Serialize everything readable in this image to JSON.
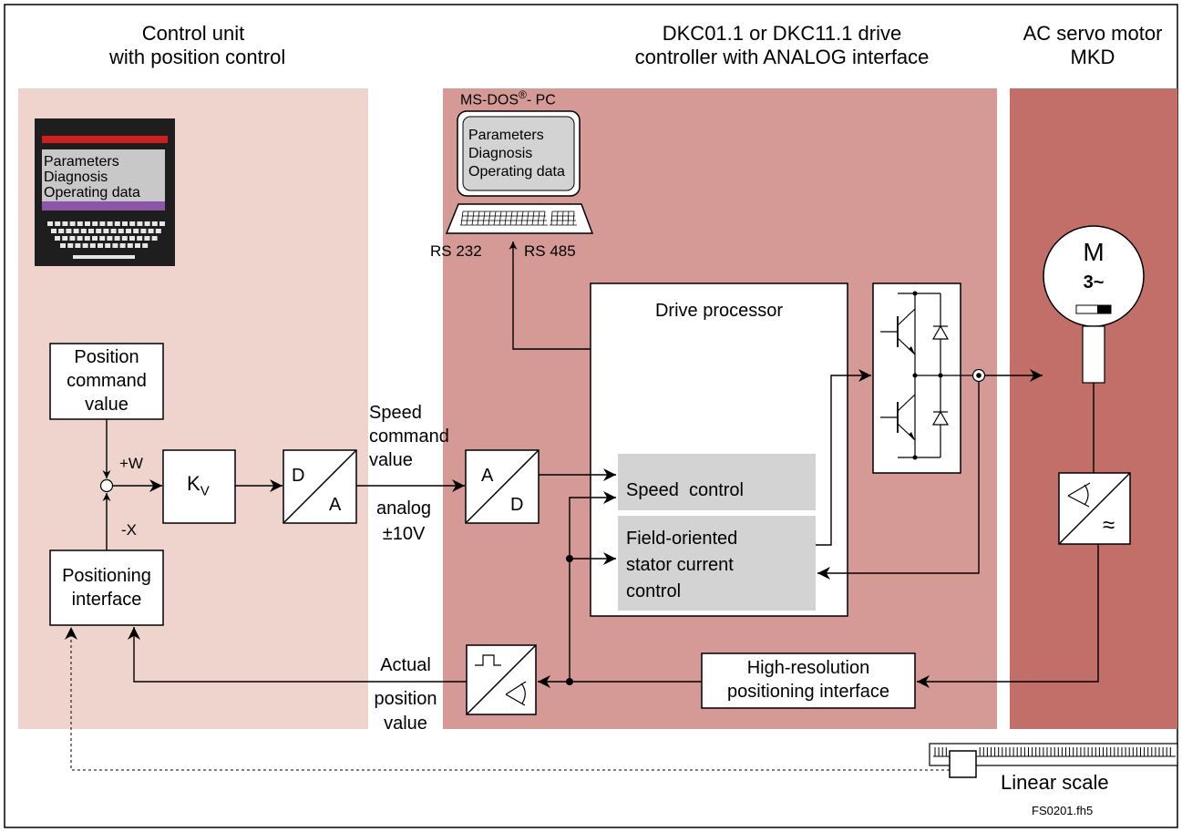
{
  "colors": {
    "control_bg": "#efd4ce",
    "drive_bg": "#d59a95",
    "motor_bg": "#c26f69",
    "processor_block": "#d3d3d3",
    "laptop_screen": "#d3d3d3",
    "terminal_body": "#1e1e1e",
    "terminal_screen": "#c8c8c8",
    "terminal_red": "#cc1f1f",
    "terminal_purple": "#8a56a5"
  },
  "headers": {
    "control_unit_l1": "Control unit",
    "control_unit_l2": "with position control",
    "drive_l1": "DKC01.1 or DKC11.1 drive",
    "drive_l2": "controller with ANALOG interface",
    "motor_l1": "AC servo motor",
    "motor_l2": "MKD"
  },
  "terminal": {
    "line1": "Parameters",
    "line2": "Diagnosis",
    "line3": "Operating data"
  },
  "pc": {
    "title": "MS-DOS",
    "title_sup": "®",
    "title_suffix": "- PC",
    "line1": "Parameters",
    "line2": "Diagnosis",
    "line3": "Operating data",
    "rs232": "RS 232",
    "rs485": "RS 485"
  },
  "control": {
    "position_cmd_l1": "Position",
    "position_cmd_l2": "command",
    "position_cmd_l3": "value",
    "plus_w": "+W",
    "minus_x": "-X",
    "kv_main": "K",
    "kv_sub": "V",
    "da_top": "D",
    "da_bottom": "A",
    "positioning_l1": "Positioning",
    "positioning_l2": "interface"
  },
  "signals": {
    "speed_l1": "Speed",
    "speed_l2": "command",
    "speed_l3": "value",
    "analog_l1": "analog",
    "analog_l2": "±10V",
    "actual_l1": "Actual",
    "actual_l2": "position",
    "actual_l3": "value"
  },
  "drive": {
    "ad_top": "A",
    "ad_bottom": "D",
    "processor_title": "Drive processor",
    "speed_control": "Speed  control",
    "field_l1": "Field-oriented",
    "field_l2": "stator current",
    "field_l3": "control",
    "highres_l1": "High-resolution",
    "highres_l2": "positioning interface"
  },
  "motor": {
    "m": "M",
    "phase": "3~",
    "encoder_symbol": "≈"
  },
  "scale": {
    "label": "Linear scale"
  },
  "footer": {
    "file_id": "FS0201.fh5"
  }
}
